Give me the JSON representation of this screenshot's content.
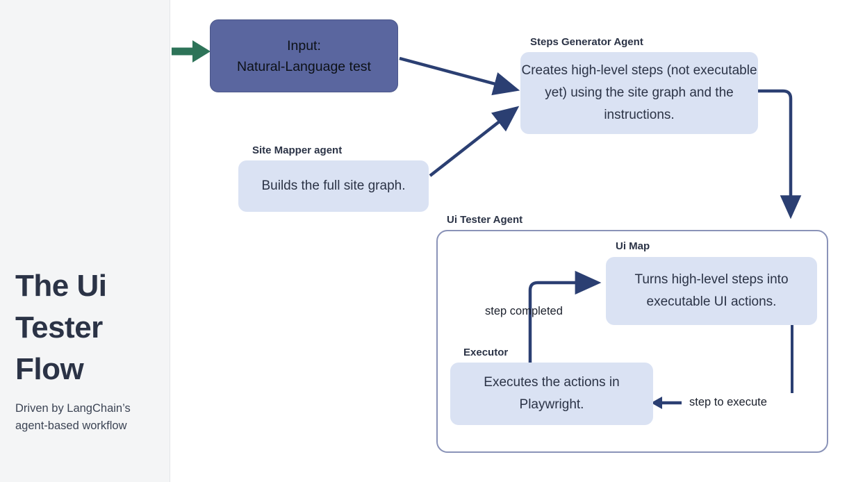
{
  "sidebar": {
    "title": "The\nUi Tester\nFlow",
    "subtitle": "Driven by LangChain’s\nagent-based workflow",
    "background_color": "#f4f5f6",
    "title_color": "#2b3346"
  },
  "diagram": {
    "background_color": "#ffffff",
    "accent_navy": "#2b3f72",
    "accent_green": "#2d7358",
    "node_solid_fill": "#5a669f",
    "node_light_fill": "#dae2f3",
    "group_border_color": "#8a93b8",
    "nodes": [
      {
        "id": "input",
        "label": "",
        "text": "Input:\nNatural-Language test",
        "fill": "#5a669f",
        "kind": "solid"
      },
      {
        "id": "steps-generator",
        "label": "Steps Generator Agent",
        "text": "Creates high-level steps (not executable yet) using the site graph and the instructions.",
        "fill": "#dae2f3",
        "kind": "light"
      },
      {
        "id": "site-mapper",
        "label": "Site Mapper agent",
        "text": "Builds the full site graph.",
        "fill": "#dae2f3",
        "kind": "light"
      },
      {
        "id": "ui-map",
        "label": "Ui Map",
        "text": "Turns high-level steps into executable UI actions.",
        "fill": "#dae2f3",
        "kind": "light"
      },
      {
        "id": "executor",
        "label": "Executor",
        "text": "Executes the actions in Playwright.",
        "fill": "#dae2f3",
        "kind": "light"
      }
    ],
    "group": {
      "id": "ui-tester-agent",
      "label": "Ui Tester Agent"
    },
    "edges": [
      {
        "id": "entry",
        "from": "start",
        "to": "input",
        "label": "",
        "color": "#2d7358"
      },
      {
        "id": "input-to-steps",
        "from": "input",
        "to": "steps-generator",
        "label": ""
      },
      {
        "id": "mapper-to-steps",
        "from": "site-mapper",
        "to": "steps-generator",
        "label": ""
      },
      {
        "id": "steps-to-tester",
        "from": "steps-generator",
        "to": "ui-tester-agent",
        "label": ""
      },
      {
        "id": "executor-to-uimap",
        "from": "executor",
        "to": "ui-map",
        "label": "step completed"
      },
      {
        "id": "uimap-to-executor",
        "from": "ui-map",
        "to": "executor",
        "label": "step to execute"
      }
    ],
    "edge_labels": {
      "step_completed": "step completed",
      "step_to_execute": "step to execute"
    }
  }
}
